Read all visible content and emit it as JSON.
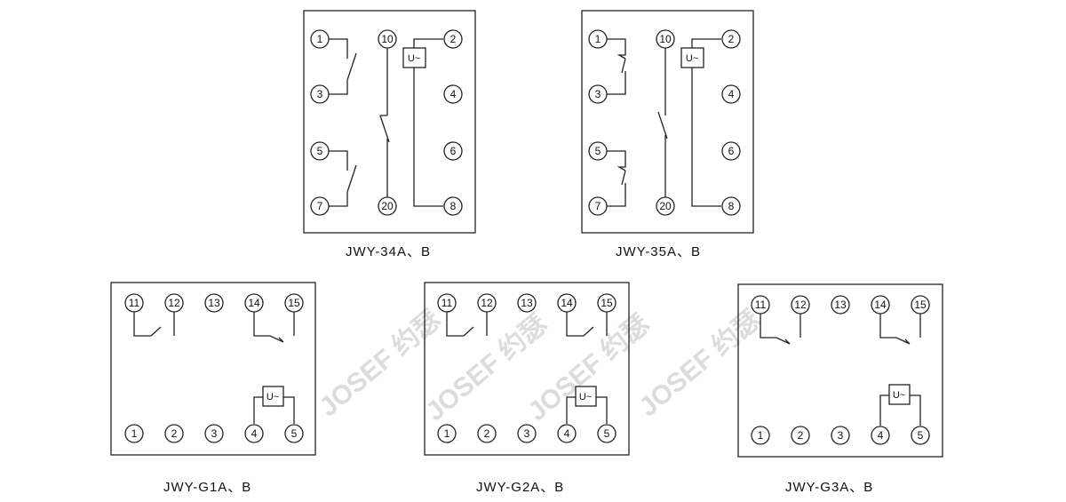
{
  "watermark": {
    "text": "JOSEF 约瑟",
    "color": "#d9d9d9"
  },
  "diagrams": [
    {
      "id": "jwy-34ab",
      "caption": "JWY-34A、B",
      "terminals": [
        "1",
        "3",
        "5",
        "7",
        "10",
        "20",
        "2",
        "4",
        "6",
        "8"
      ],
      "coil_label": "U~"
    },
    {
      "id": "jwy-35ab",
      "caption": "JWY-35A、B",
      "terminals": [
        "1",
        "3",
        "5",
        "7",
        "10",
        "20",
        "2",
        "4",
        "6",
        "8"
      ],
      "coil_label": "U~"
    },
    {
      "id": "jwy-g1ab",
      "caption": "JWY-G1A、B",
      "terminals": [
        "11",
        "12",
        "13",
        "14",
        "15",
        "1",
        "2",
        "3",
        "4",
        "5"
      ],
      "coil_label": "U~"
    },
    {
      "id": "jwy-g2ab",
      "caption": "JWY-G2A、B",
      "terminals": [
        "11",
        "12",
        "13",
        "14",
        "15",
        "1",
        "2",
        "3",
        "4",
        "5"
      ],
      "coil_label": "U~"
    },
    {
      "id": "jwy-g3ab",
      "caption": "JWY-G3A、B",
      "terminals": [
        "11",
        "12",
        "13",
        "14",
        "15",
        "1",
        "2",
        "3",
        "4",
        "5"
      ],
      "coil_label": "U~"
    }
  ]
}
